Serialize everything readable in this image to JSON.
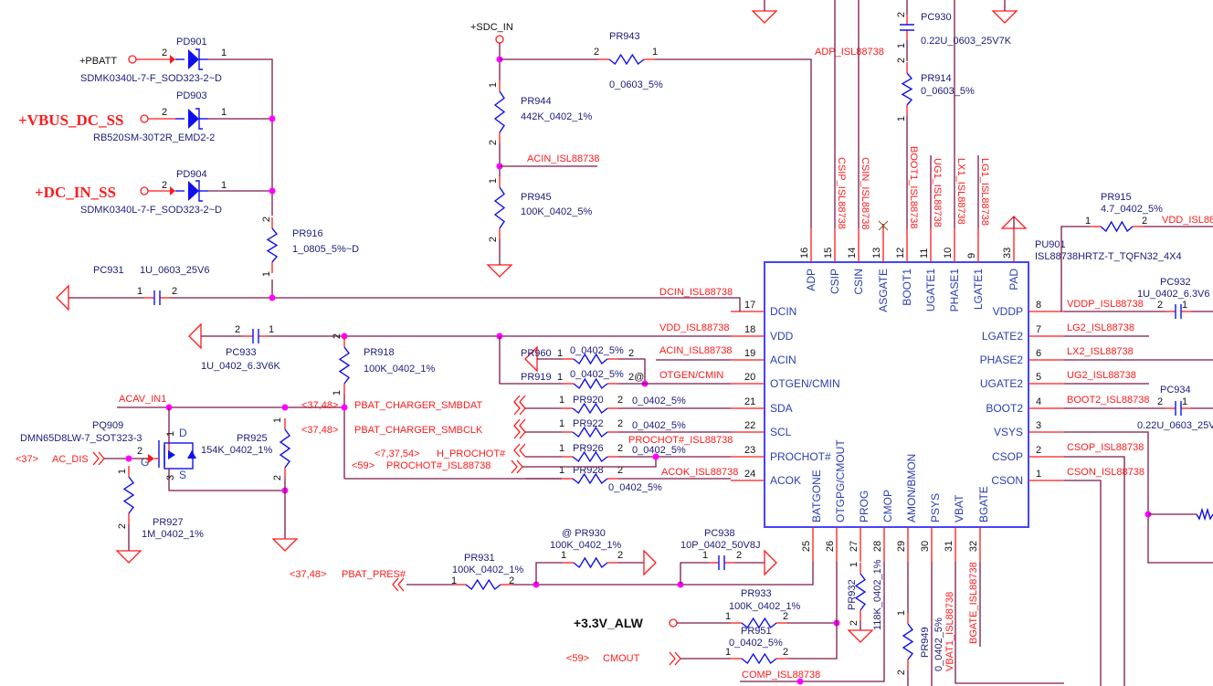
{
  "colors": {
    "wire": "#7a1a4a",
    "pin": "#ff1a1a",
    "component": "#1010ee",
    "junction": "#ff00ff",
    "net_label": "#ff1a1a",
    "ref_text": "#1c1c7a"
  },
  "chip": {
    "ref": "PU901",
    "part": "ISL88738HRTZ-T_TQFN32_4X4",
    "left_pins": [
      {
        "num": "17",
        "name": "DCIN"
      },
      {
        "num": "18",
        "name": "VDD"
      },
      {
        "num": "19",
        "name": "ACIN"
      },
      {
        "num": "20",
        "name": "OTGEN/CMIN"
      },
      {
        "num": "21",
        "name": "SDA"
      },
      {
        "num": "22",
        "name": "SCL"
      },
      {
        "num": "23",
        "name": "PROCHOT#"
      },
      {
        "num": "24",
        "name": "ACOK"
      }
    ],
    "top_pins": [
      {
        "num": "16",
        "name": "ADP"
      },
      {
        "num": "15",
        "name": "CSIP"
      },
      {
        "num": "14",
        "name": "CSIN"
      },
      {
        "num": "13",
        "name": "ASGATE"
      },
      {
        "num": "12",
        "name": "BOOT1"
      },
      {
        "num": "11",
        "name": "UGATE1"
      },
      {
        "num": "10",
        "name": "PHASE1"
      },
      {
        "num": "9",
        "name": "LGATE1"
      },
      {
        "num": "33",
        "name": "PAD"
      }
    ],
    "right_pins": [
      {
        "num": "8",
        "name": "VDDP"
      },
      {
        "num": "7",
        "name": "LGATE2"
      },
      {
        "num": "6",
        "name": "PHASE2"
      },
      {
        "num": "5",
        "name": "UGATE2"
      },
      {
        "num": "4",
        "name": "BOOT2"
      },
      {
        "num": "3",
        "name": "VSYS"
      },
      {
        "num": "2",
        "name": "CSOP"
      },
      {
        "num": "1",
        "name": "CSON"
      }
    ],
    "bottom_pins": [
      {
        "num": "25",
        "name": "BATGONE"
      },
      {
        "num": "26",
        "name": "OTGPG/CMOUT"
      },
      {
        "num": "27",
        "name": "PROG"
      },
      {
        "num": "28",
        "name": "CMOP"
      },
      {
        "num": "29",
        "name": "AMON/BMON"
      },
      {
        "num": "30",
        "name": "PSYS"
      },
      {
        "num": "31",
        "name": "VBAT"
      },
      {
        "num": "32",
        "name": "BGATE"
      }
    ]
  },
  "components": {
    "PD901": {
      "ref": "PD901",
      "value": "SDMK0340L-7-F_SOD323-2~D",
      "pa": "2",
      "pb": "1"
    },
    "PD903": {
      "ref": "PD903",
      "value": "RB520SM-30T2R_EMD2-2",
      "pa": "2",
      "pb": "1"
    },
    "PD904": {
      "ref": "PD904",
      "value": "SDMK0340L-7-F_SOD323-2~D",
      "pa": "2",
      "pb": "1"
    },
    "PR916": {
      "ref": "PR916",
      "value": "1_0805_5%~D",
      "pa": "2",
      "pb": "1"
    },
    "PC931": {
      "ref": "PC931",
      "value": "1U_0603_25V6",
      "pa": "1",
      "pb": "2"
    },
    "PC933": {
      "ref": "PC933",
      "value": "1U_0402_6.3V6K",
      "pa": "2",
      "pb": "1"
    },
    "PR918": {
      "ref": "PR918",
      "value": "100K_0402_1%",
      "pa": "2",
      "pb": "1"
    },
    "PQ909": {
      "ref": "PQ909",
      "value": "DMN65D8LW-7_SOT323-3",
      "d": "D",
      "g": "G",
      "s": "S",
      "nd": "1",
      "ng": "2",
      "ns": "3"
    },
    "PR925": {
      "ref": "PR925",
      "value": "154K_0402_1%",
      "pa": "1",
      "pb": "2"
    },
    "PR927": {
      "ref": "PR927",
      "value": "1M_0402_1%",
      "pa": "1",
      "pb": "2"
    },
    "PR943": {
      "ref": "PR943",
      "value": "0_0603_5%",
      "pa": "2",
      "pb": "1"
    },
    "PR944": {
      "ref": "PR944",
      "value": "442K_0402_1%",
      "pa": "1",
      "pb": "2"
    },
    "PR945": {
      "ref": "PR945",
      "value": "100K_0402_5%",
      "pa": "1",
      "pb": "2"
    },
    "PR960": {
      "ref": "PR960",
      "value": "0_0402_5%",
      "pa": "1",
      "pb": "2"
    },
    "PR919": {
      "ref": "PR919",
      "value": "0_0402_5%",
      "pa": "1",
      "pb": "2@"
    },
    "PR920": {
      "ref": "PR920",
      "value": "0_0402_5%",
      "pa": "1",
      "pb": "2"
    },
    "PR922": {
      "ref": "PR922",
      "value": "0_0402_5%",
      "pa": "1",
      "pb": "2"
    },
    "PR926": {
      "ref": "PR926",
      "value": "0_0402_5%",
      "pa": "1",
      "pb": "2"
    },
    "PR928": {
      "ref": "PR928",
      "value": "0_0402_5%",
      "pa": "1",
      "pb": "2"
    },
    "PR930": {
      "ref": "@ PR930",
      "value": "100K_0402_1%",
      "pa": "1",
      "pb": "2"
    },
    "PR931": {
      "ref": "PR931",
      "value": "100K_0402_1%",
      "pa": "1",
      "pb": "2"
    },
    "PC938": {
      "ref": "PC938",
      "value": "10P_0402_50V8J",
      "pa": "1",
      "pb": "2"
    },
    "PR933": {
      "ref": "PR933",
      "value": "100K_0402_1%",
      "pa": "1",
      "pb": "2"
    },
    "PR951": {
      "ref": "PR951",
      "value": "0_0402_5%",
      "pa": "1",
      "pb": "2"
    },
    "PR932": {
      "ref": "PR932",
      "value": "118K_0402_1%",
      "pa": "1",
      "pb": "2"
    },
    "PR949": {
      "ref": "PR949",
      "value": "0_0402_5%",
      "pa": "1",
      "pb": "2"
    },
    "PC930": {
      "ref": "PC930",
      "value": "0.22U_0603_25V7K",
      "pa": "2",
      "pb": "1"
    },
    "PR914": {
      "ref": "PR914",
      "value": "0_0603_5%",
      "pa": "2",
      "pb": "1"
    },
    "PR915": {
      "ref": "PR915",
      "value": "4.7_0402_5%",
      "pa": "1",
      "pb": "2"
    },
    "PC932": {
      "ref": "PC932",
      "value": "1U_0402_6.3V6",
      "pa": "2",
      "pb": "1"
    },
    "PC934": {
      "ref": "PC934",
      "value": "0.22U_0603_25V",
      "pa": "2",
      "pb": "1"
    }
  },
  "nets": {
    "adp": "ADP_ISL88738",
    "acin_top": "ACIN_ISL88738",
    "dcin": "DCIN_ISL88738",
    "vdd": "VDD_ISL88738",
    "acin": "ACIN_ISL88738",
    "otgen": "OTGEN/CMIN",
    "prochot": "PROCHOT#_ISL88738",
    "acok": "ACOK_ISL88738",
    "csip": "CSIP_ISL88738",
    "csin": "CSIN_ISL88738",
    "boot1": "BOOT1_ISL88738",
    "ug1": "UG1_ISL88738",
    "lx1": "LX1_ISL88738",
    "lg1": "LG1_ISL88738",
    "vdd_r": "VDD_ISL88738",
    "vddp": "VDDP_ISL88738",
    "lg2": "LG2_ISL88738",
    "lx2": "LX2_ISL88738",
    "ug2": "UG2_ISL88738",
    "boot2": "BOOT2_ISL88738",
    "csop": "CSOP_ISL88738",
    "cson": "CSON_ISL88738",
    "comp": "COMP_ISL88738",
    "vbat1": "VBAT1_ISL88738",
    "bgate": "BGATE_ISL88738",
    "acav": "ACAV_IN1"
  },
  "ports": {
    "pbatt": "+PBATT",
    "vbus": "+VBUS_DC_SS",
    "dcin_ss": "+DC_IN_SS",
    "sdc_in": "+SDC_IN",
    "alw": "+3.3V_ALW",
    "ac_dis": {
      "ref": "<37>",
      "name": "AC_DIS"
    },
    "smbdat": {
      "ref": "<37,48>",
      "name": "PBAT_CHARGER_SMBDAT"
    },
    "smbclk": {
      "ref": "<37,48>",
      "name": "PBAT_CHARGER_SMBCLK"
    },
    "h_prochot": {
      "ref": "<7,37,54>",
      "name": "H_PROCHOT#"
    },
    "prochot_out": {
      "ref": "<59>",
      "name": "PROCHOT#_ISL88738"
    },
    "pbat_pres": {
      "ref": "<37,48>",
      "name": "PBAT_PRES#"
    },
    "cmout": {
      "ref": "<59>",
      "name": "CMOUT"
    }
  }
}
